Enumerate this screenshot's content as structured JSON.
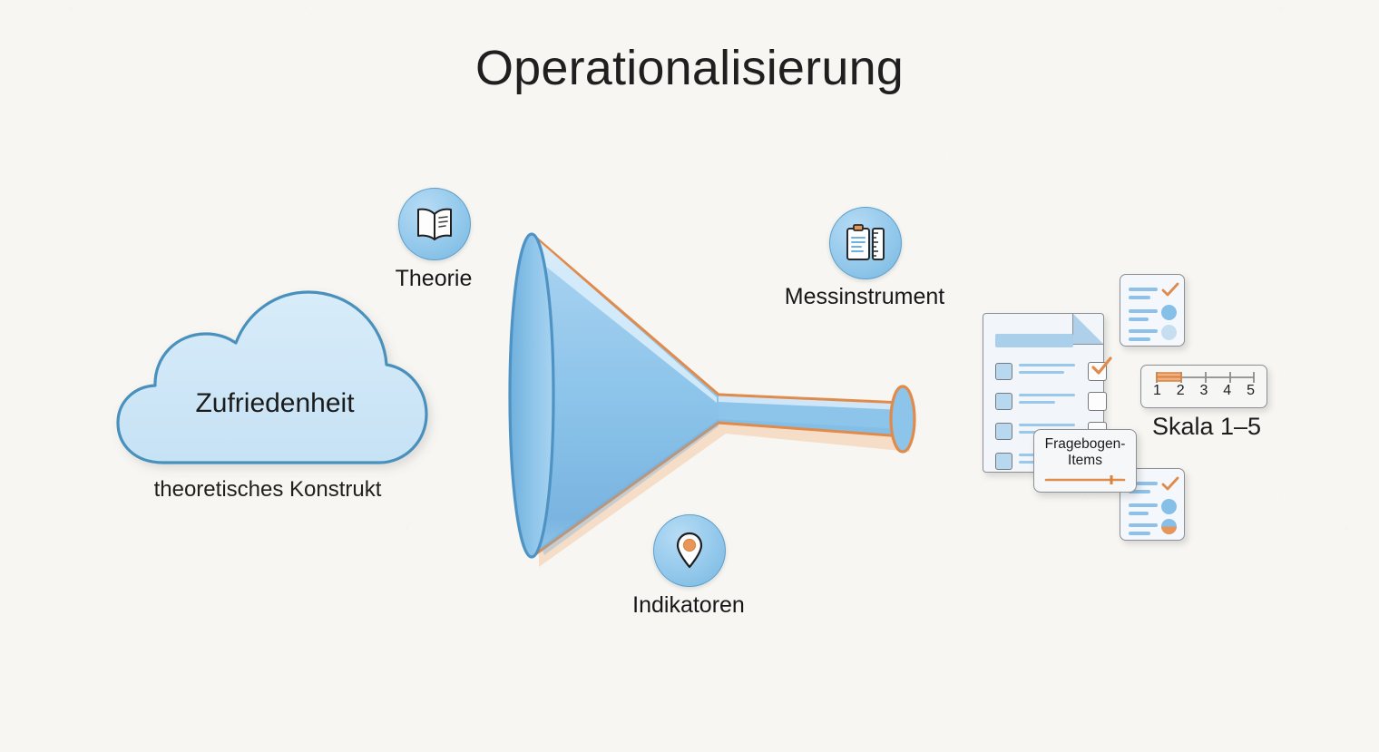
{
  "page": {
    "title": "Operationalisierung",
    "background_color": "#f7f6f2",
    "accent_blue": "#8fc6ea",
    "accent_orange": "#e08b4c",
    "outline_gray": "#8b8f93"
  },
  "construct": {
    "shape": "cloud",
    "label": "Zufriedenheit",
    "caption": "theoretisches Konstrukt"
  },
  "funnel": {
    "name": "operationalization-funnel",
    "body_color": "#8fc6ea",
    "rim_color": "#e08b4c",
    "direction": "left-to-right"
  },
  "badges": [
    {
      "id": "theorie",
      "icon": "book-icon",
      "label": "Theorie"
    },
    {
      "id": "messinstrument",
      "icon": "clipboard-ruler-icon",
      "label": "Messinstrument"
    },
    {
      "id": "indikatoren",
      "icon": "map-pin-icon",
      "label": "Indikatoren"
    }
  ],
  "instrument": {
    "questionnaire": {
      "name": "questionnaire-document",
      "rows": [
        {
          "checked": true,
          "lines": 2
        },
        {
          "checked": false,
          "lines": 2
        },
        {
          "checked": false,
          "lines": 2
        },
        {
          "checked": false,
          "lines": 2
        }
      ]
    },
    "callout": {
      "line1": "Fragebogen-",
      "line2": "Items",
      "slider_value_fraction": 0.82
    },
    "scale": {
      "label": "Skala 1–5",
      "ticks": [
        "1",
        "2",
        "3",
        "4",
        "5"
      ],
      "selected": "1",
      "fill_color": "#e59a63"
    },
    "mini_cards": [
      {
        "id": "mini-card-top",
        "marks": [
          "check-orange",
          "dot-blue-filled",
          "dot-blue-light"
        ]
      },
      {
        "id": "mini-card-bottom",
        "marks": [
          "check-orange",
          "dot-blue-filled",
          "dot-blue-orange-split"
        ]
      }
    ]
  }
}
